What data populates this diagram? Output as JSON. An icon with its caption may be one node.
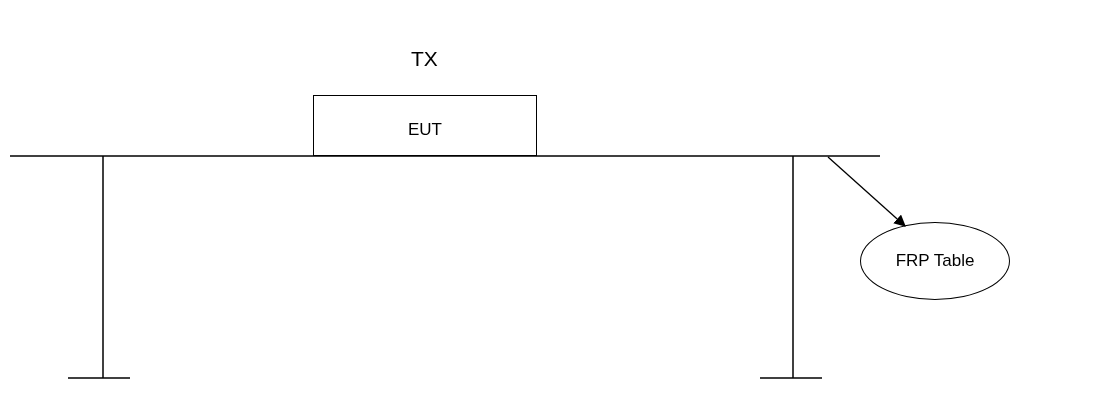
{
  "diagram": {
    "nodes": [
      {
        "text": [
          "EUT"
        ],
        "beside": [
          "TX"
        ]
      },
      {
        "text": [],
        "shape": "table"
      },
      {
        "text": [
          "FRP Table"
        ]
      }
    ],
    "edges": [
      {
        "from": 1,
        "to": 2,
        "arrow": "to"
      }
    ]
  }
}
